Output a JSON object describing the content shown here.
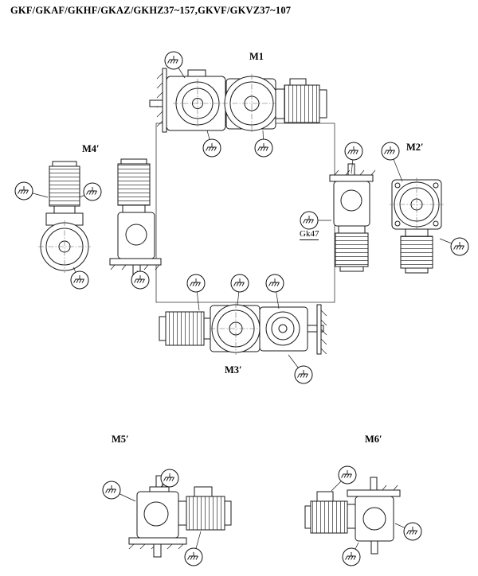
{
  "title": "GKF/GKAF/GKHF/GKAZ/GKHZ37~157,GKVF/GKVZ37~107",
  "positions": {
    "m1": "M1",
    "m2": "M2′",
    "m3": "M3′",
    "m4": "M4′",
    "m5": "M5′",
    "m6": "M6′"
  },
  "callouts": {
    "gk47": "Gk47"
  },
  "icons": {
    "oil_plug": "oil-plug-icon"
  },
  "colors": {
    "line": "#1a1a1a",
    "centerline": "#666666",
    "background": "#ffffff"
  }
}
